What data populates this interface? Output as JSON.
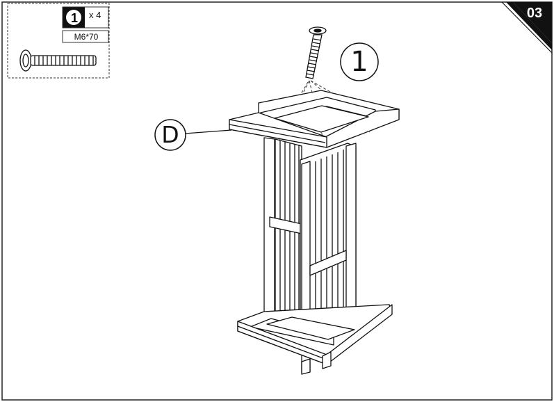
{
  "step_number": "03",
  "parts_box": {
    "part_number": "1",
    "quantity": "x 4",
    "size": "M6*70",
    "icon": "bolt-icon"
  },
  "callouts": {
    "screw": "1",
    "panel": "D"
  }
}
